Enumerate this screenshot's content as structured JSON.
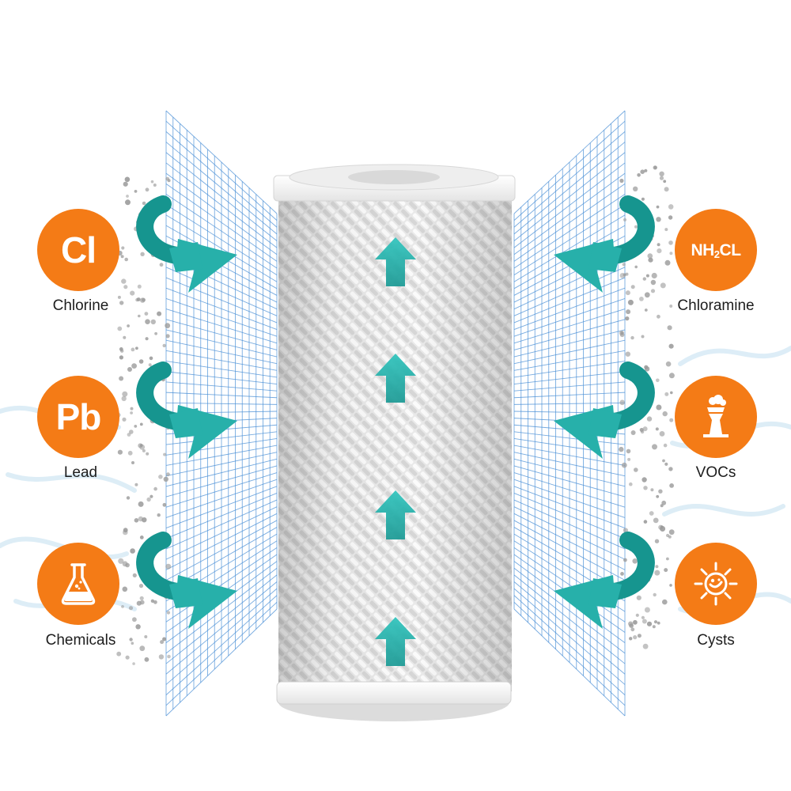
{
  "colors": {
    "badge": "#f47b16",
    "arrow": "#27b0aa",
    "arrow_dark": "#16958f",
    "mesh": "#4a8fd6",
    "cartridge": "#e7e7e7",
    "cap": "#f7f7f7",
    "dots": "#9a9a9a"
  },
  "contaminants": {
    "left": [
      {
        "symbol": "Cl",
        "label": "Chlorine",
        "icon": "chlorine-symbol"
      },
      {
        "symbol": "Pb",
        "label": "Lead",
        "icon": "lead-symbol"
      },
      {
        "symbol": "",
        "label": "Chemicals",
        "icon": "flask-icon"
      }
    ],
    "right": [
      {
        "symbol": "NH",
        "symbol_sub": "2",
        "symbol_tail": "CL",
        "label": "Chloramine",
        "icon": "chloramine-symbol"
      },
      {
        "symbol": "",
        "label": "VOCs",
        "icon": "factory-icon"
      },
      {
        "symbol": "",
        "label": "Cysts",
        "icon": "cyst-icon"
      }
    ]
  }
}
